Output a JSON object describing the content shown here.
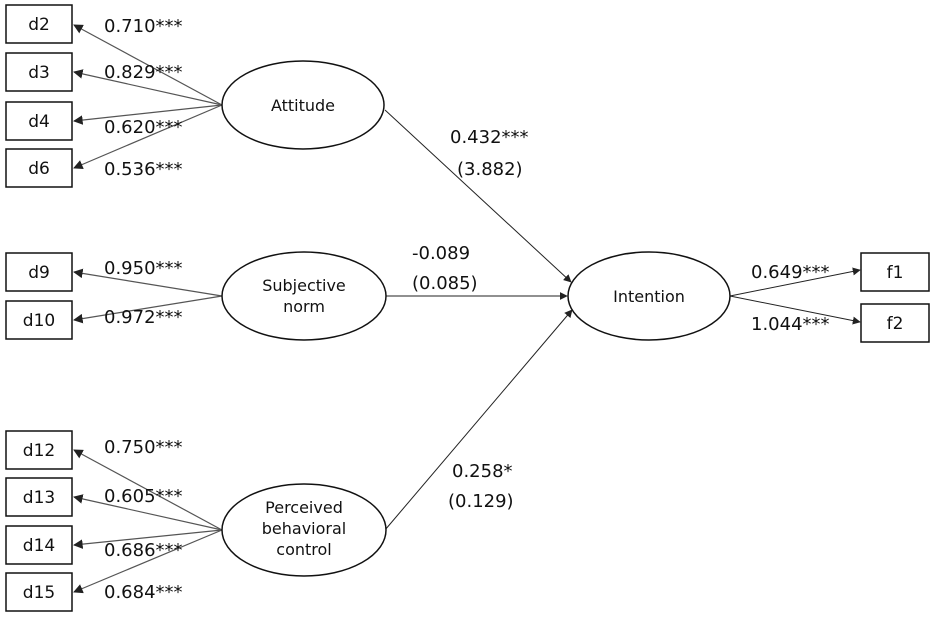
{
  "indicators": {
    "d2": "d2",
    "d3": "d3",
    "d4": "d4",
    "d6": "d6",
    "d9": "d9",
    "d10": "d10",
    "d12": "d12",
    "d13": "d13",
    "d14": "d14",
    "d15": "d15",
    "f1": "f1",
    "f2": "f2"
  },
  "latents": {
    "attitude": [
      "Attitude"
    ],
    "subjective_norm": [
      "Subjective",
      "norm"
    ],
    "pbc": [
      "Perceived",
      "behavioral",
      "control"
    ],
    "intention": [
      "Intention"
    ]
  },
  "loadings": {
    "d2": "0.710***",
    "d3": "0.829***",
    "d4": "0.620***",
    "d6": "0.536***",
    "d9": "0.950***",
    "d10": "0.972***",
    "d12": "0.750***",
    "d13": "0.605***",
    "d14": "0.686***",
    "d15": "0.684***",
    "f1": "0.649***",
    "f2": "1.044***"
  },
  "paths": {
    "attitude": {
      "coef": "0.432***",
      "se": "(3.882)"
    },
    "subjective_norm": {
      "coef": "-0.089",
      "se": "(0.085)"
    },
    "pbc": {
      "coef": "0.258*",
      "se": "(0.129)"
    }
  }
}
